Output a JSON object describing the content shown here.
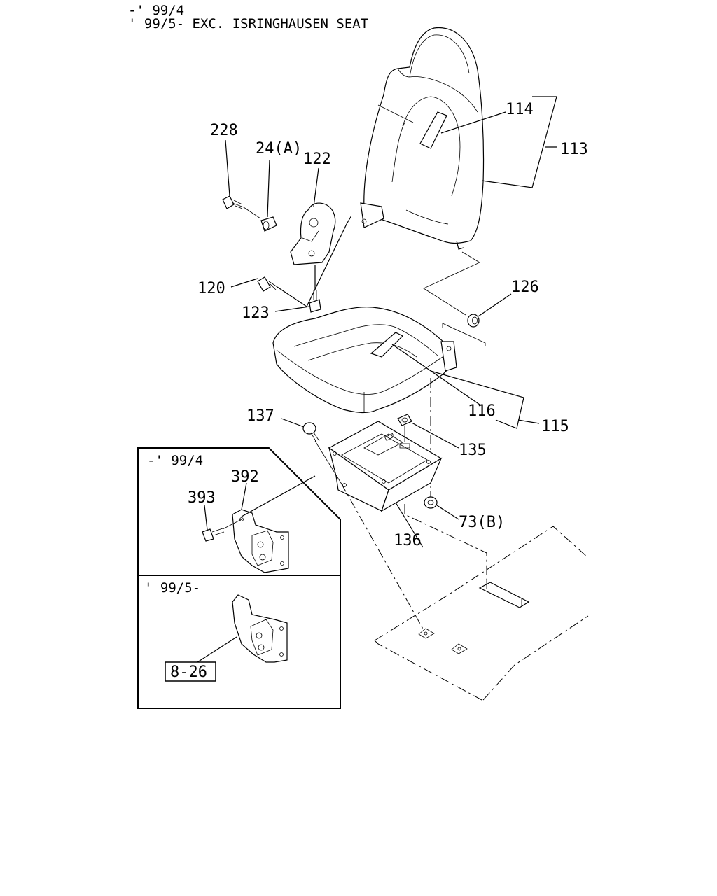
{
  "header": {
    "line1": "-' 99/4",
    "line2": "' 99/5- EXC. ISRINGHAUSEN SEAT"
  },
  "callouts": {
    "p228": "228",
    "p24a": "24(A)",
    "p122": "122",
    "p114": "114",
    "p113": "113",
    "p120": "120",
    "p123": "123",
    "p126": "126",
    "p116": "116",
    "p115": "115",
    "p137": "137",
    "p135": "135",
    "p73b": "73(B)",
    "p136": "136",
    "p392": "392",
    "p393": "393"
  },
  "inset_top": {
    "label": "-' 99/4"
  },
  "inset_bottom": {
    "label": "' 99/5-",
    "ref": "8-26"
  }
}
